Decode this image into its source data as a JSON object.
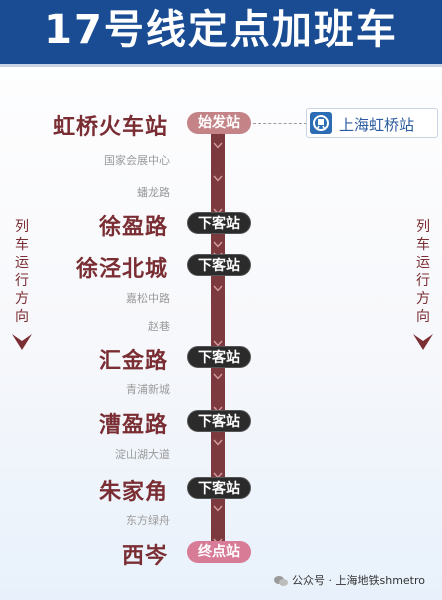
{
  "header": {
    "title": "17号线定点加班车"
  },
  "stations": [
    {
      "name": "虹桥火车站",
      "kind": "main",
      "tag": "始发站",
      "tag_type": "start"
    },
    {
      "name": "国家会展中心",
      "kind": "minor"
    },
    {
      "name": "蟠龙路",
      "kind": "minor"
    },
    {
      "name": "徐盈路",
      "kind": "main",
      "tag": "下客站",
      "tag_type": "alight"
    },
    {
      "name": "徐泾北城",
      "kind": "main",
      "tag": "下客站",
      "tag_type": "alight"
    },
    {
      "name": "嘉松中路",
      "kind": "minor"
    },
    {
      "name": "赵巷",
      "kind": "minor"
    },
    {
      "name": "汇金路",
      "kind": "main",
      "tag": "下客站",
      "tag_type": "alight"
    },
    {
      "name": "青浦新城",
      "kind": "minor"
    },
    {
      "name": "漕盈路",
      "kind": "main",
      "tag": "下客站",
      "tag_type": "alight"
    },
    {
      "name": "淀山湖大道",
      "kind": "minor"
    },
    {
      "name": "朱家角",
      "kind": "main",
      "tag": "下客站",
      "tag_type": "alight"
    },
    {
      "name": "东方绿舟",
      "kind": "minor"
    },
    {
      "name": "西岑",
      "kind": "main",
      "tag": "终点站",
      "tag_type": "end"
    }
  ],
  "direction_label": "列车运行方向",
  "hub": {
    "label": "上海虹桥站",
    "icon": "railway-station-icon"
  },
  "footer": {
    "text": "公众号 · 上海地铁shmetro",
    "icon": "wechat-icon"
  },
  "colors": {
    "header_bg": "#1a4c94",
    "line": "#7c3a3e",
    "station_text": "#7a2e33",
    "start_tag": "#c48487",
    "end_tag": "#d77b97",
    "alight_tag": "#2b2b2b"
  }
}
